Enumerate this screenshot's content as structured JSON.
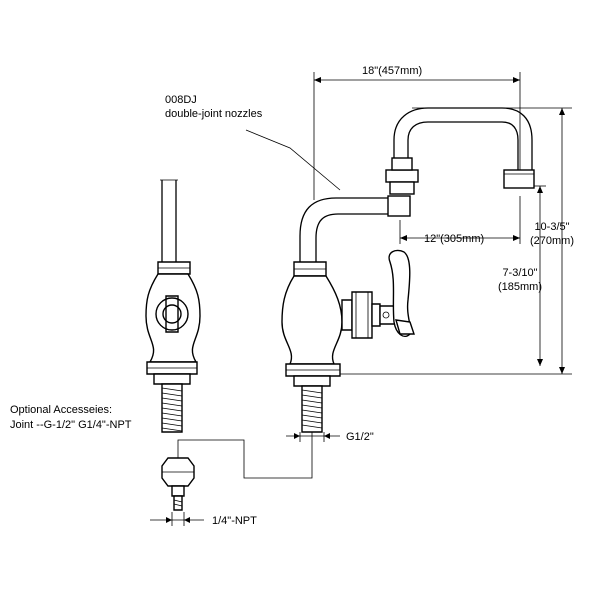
{
  "labels": {
    "model": "008DJ",
    "model_desc": "double-joint nozzles",
    "dim_total_reach": "18\"(457mm)",
    "dim_nozzle_reach": "12\"(305mm)",
    "dim_total_height_in": "10-3/5\"",
    "dim_total_height_mm": "(270mm)",
    "dim_spout_height_in": "7-3/10\"",
    "dim_spout_height_mm": "(185mm)",
    "thread_inlet": "G1/2\"",
    "optional_title": "Optional Accesseies:",
    "optional_joint": "Joint --G-1/2\"  G1/4\"-NPT",
    "thread_npt": "1/4\"-NPT"
  }
}
